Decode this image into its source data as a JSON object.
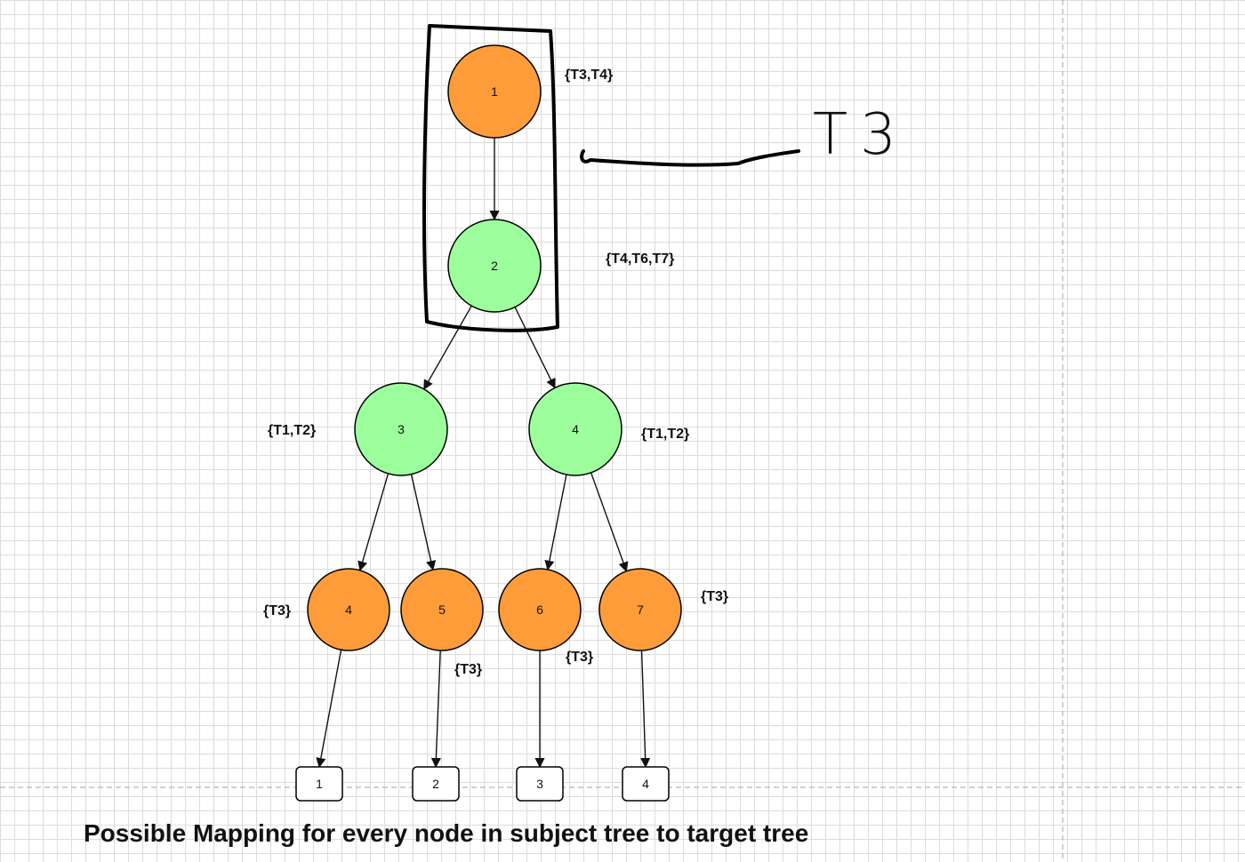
{
  "caption": "Possible Mapping for every node in subject tree to target tree",
  "annotation": {
    "text": "T3"
  },
  "colors": {
    "orange": "#FF9C3A",
    "green": "#9CFF9C",
    "stroke": "#000000",
    "line": "#111111"
  },
  "circles": [
    {
      "id": "c1",
      "label": "1",
      "color": "orange",
      "set": "{T3,T4}"
    },
    {
      "id": "c2",
      "label": "2",
      "color": "green",
      "set": "{T4,T6,T7}"
    },
    {
      "id": "c3",
      "label": "3",
      "color": "green",
      "set": "{T1,T2}"
    },
    {
      "id": "c4",
      "label": "4",
      "color": "green",
      "set": "{T1,T2}"
    },
    {
      "id": "c5",
      "label": "4",
      "color": "orange",
      "set": "{T3}"
    },
    {
      "id": "c6",
      "label": "5",
      "color": "orange",
      "set": "{T3}"
    },
    {
      "id": "c7",
      "label": "6",
      "color": "orange",
      "set": "{T3}"
    },
    {
      "id": "c8",
      "label": "7",
      "color": "orange",
      "set": "{T3}"
    }
  ],
  "boxes": [
    {
      "id": "b1",
      "label": "1"
    },
    {
      "id": "b2",
      "label": "2"
    },
    {
      "id": "b3",
      "label": "3"
    },
    {
      "id": "b4",
      "label": "4"
    }
  ],
  "edges": [
    [
      "c1",
      "c2"
    ],
    [
      "c2",
      "c3"
    ],
    [
      "c2",
      "c4"
    ],
    [
      "c3",
      "c5"
    ],
    [
      "c3",
      "c6"
    ],
    [
      "c4",
      "c7"
    ],
    [
      "c4",
      "c8"
    ],
    [
      "c5",
      "b1"
    ],
    [
      "c6",
      "b2"
    ],
    [
      "c7",
      "b3"
    ],
    [
      "c8",
      "b4"
    ]
  ]
}
